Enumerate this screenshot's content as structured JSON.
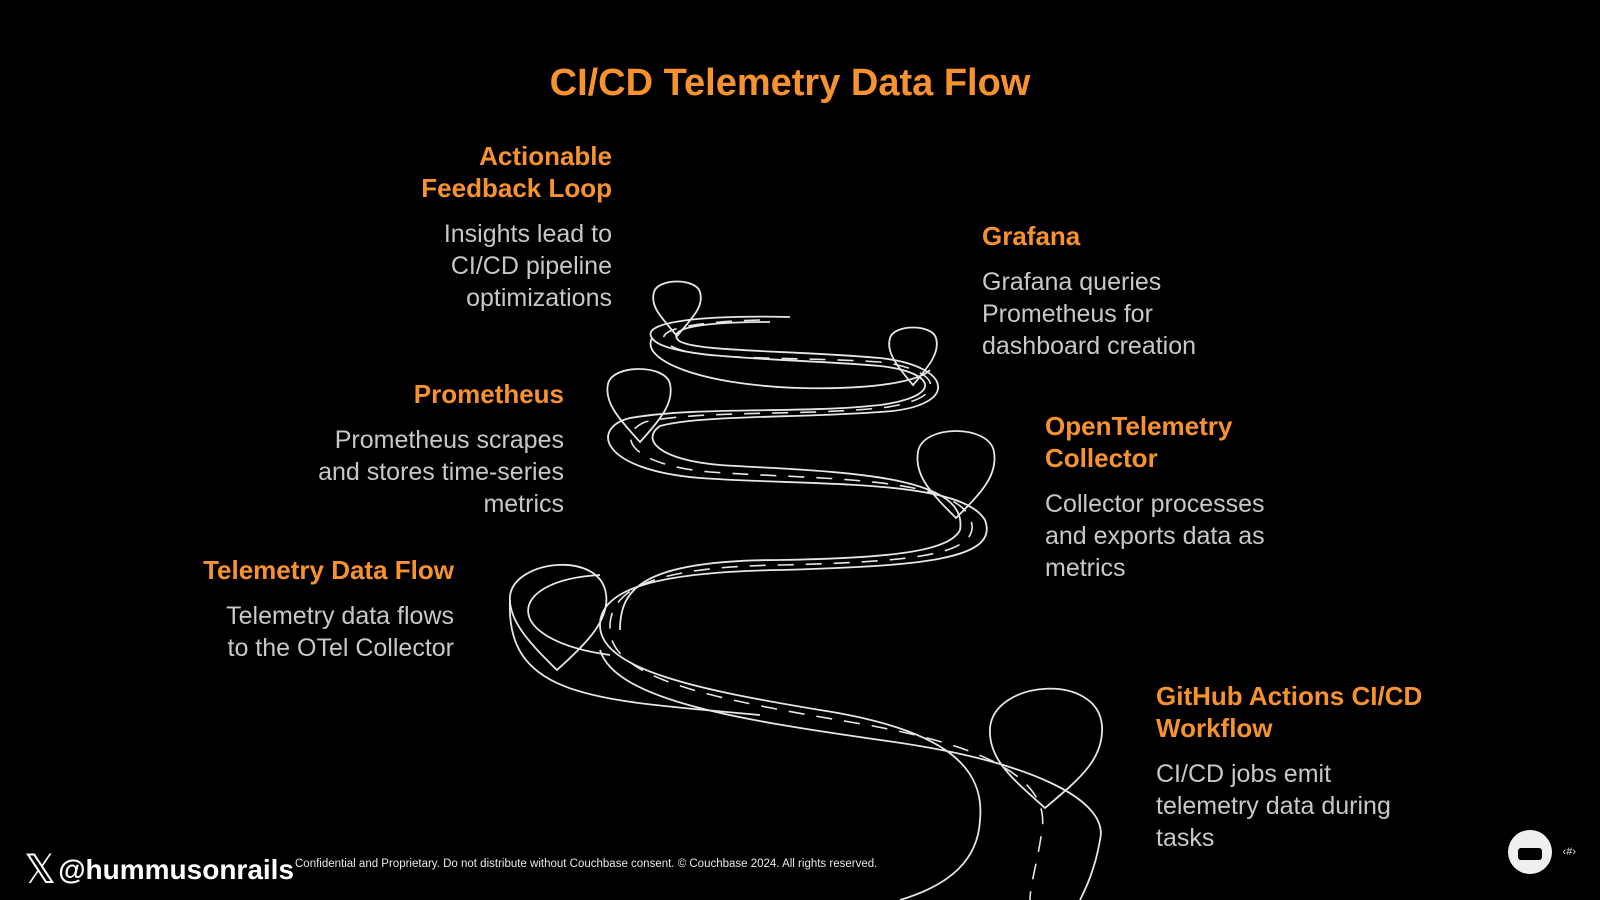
{
  "title": "CI/CD Telemetry Data Flow",
  "steps": [
    {
      "heading": "Actionable Feedback Loop",
      "text": "Insights lead to CI/CD pipeline optimizations"
    },
    {
      "heading": "Grafana",
      "text": "Grafana queries Prometheus for dashboard creation"
    },
    {
      "heading": "Prometheus",
      "text": "Prometheus scrapes and stores time-series metrics"
    },
    {
      "heading": "OpenTelemetry Collector",
      "text": "Collector processes and exports data as metrics"
    },
    {
      "heading": "Telemetry Data Flow",
      "text": "Telemetry data flows to the OTel Collector"
    },
    {
      "heading": "GitHub Actions CI/CD Workflow",
      "text": "CI/CD jobs emit telemetry data during tasks"
    }
  ],
  "footer": {
    "x_glyph": "𝕏",
    "handle": "@hummusonrails",
    "legal": "Confidential and Proprietary. Do not distribute without Couchbase consent. © Couchbase 2024. All rights reserved.",
    "page": "‹#›"
  },
  "colors": {
    "accent": "#F7922F",
    "body_text": "#C8C8C8",
    "background": "#000000"
  }
}
